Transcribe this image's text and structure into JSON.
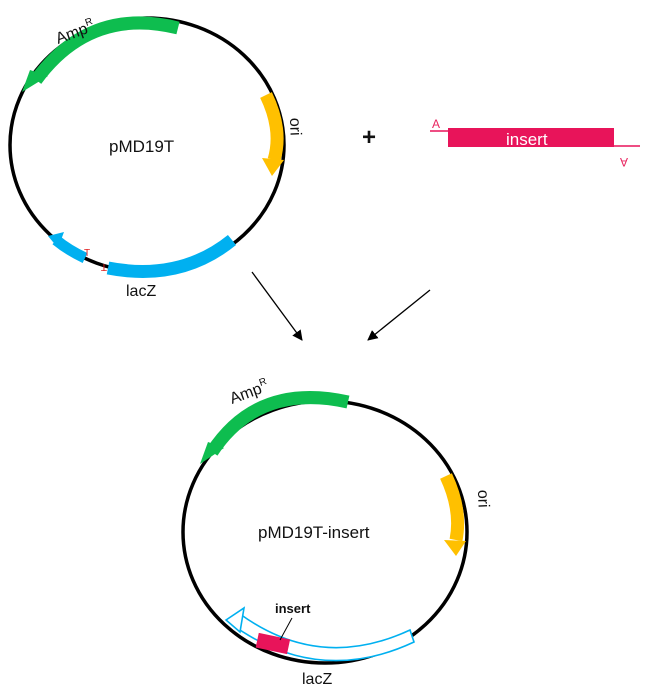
{
  "colors": {
    "ampR": "#0ebd4f",
    "ori": "#ffc000",
    "lacZ": "#00b0f0",
    "insert": "#e8145a",
    "backbone": "#000000"
  },
  "vector": {
    "name": "pMD19T",
    "amp_label": "Amp",
    "amp_sup": "R",
    "ori_label": "ori",
    "lacz_label": "lacZ",
    "t_overhang": "T"
  },
  "plus_sign": "+",
  "insert_fragment": {
    "label": "insert",
    "overhang_top": "A",
    "overhang_bottom": "A"
  },
  "product": {
    "name": "pMD19T-insert",
    "amp_label": "Amp",
    "amp_sup": "R",
    "ori_label": "ori",
    "lacz_label": "lacZ",
    "insert_label": "insert"
  }
}
